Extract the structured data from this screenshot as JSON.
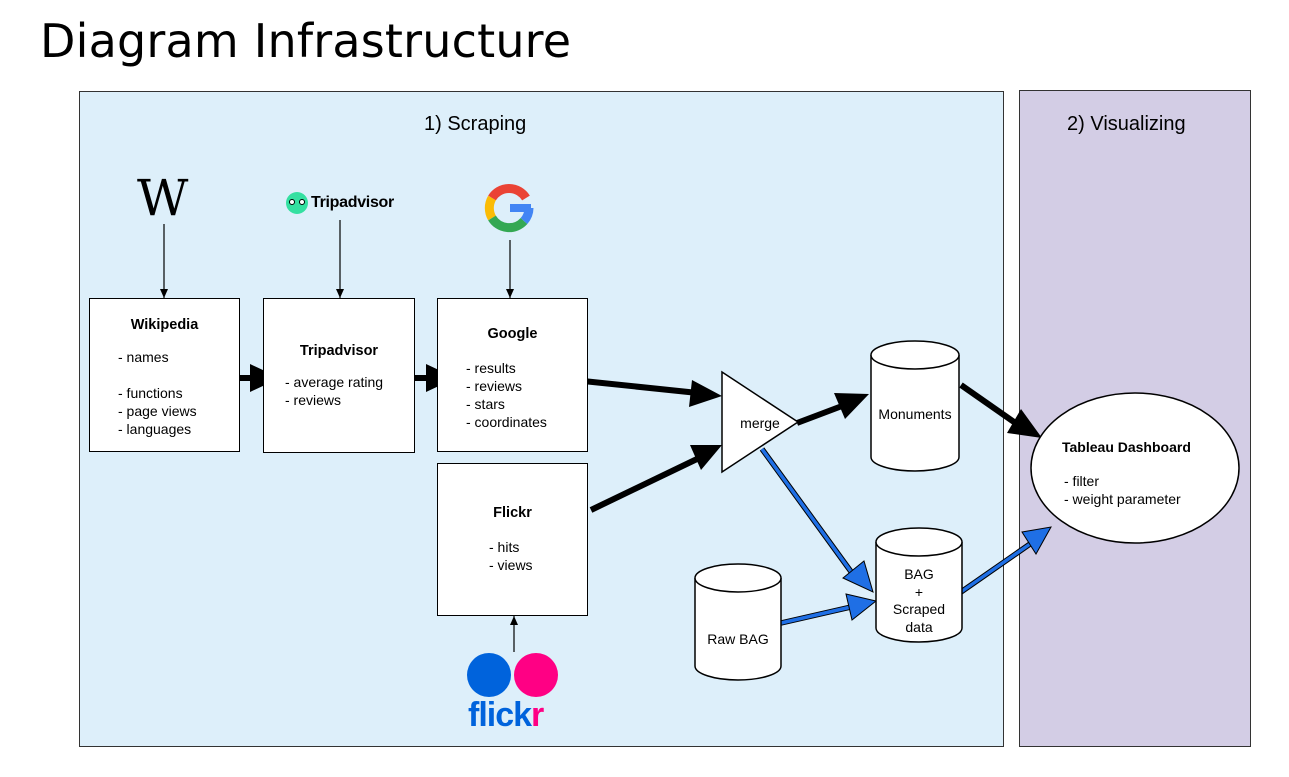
{
  "page": {
    "title": "Diagram Infrastructure"
  },
  "sections": {
    "scraping": "1) Scraping",
    "visualizing": "2) Visualizing"
  },
  "logos": {
    "wikipedia": "W",
    "tripadvisor": "Tripadvisor",
    "flickr_main": "flick",
    "flickr_r": "r"
  },
  "boxes": {
    "wikipedia": {
      "title": "Wikipedia",
      "lines": [
        "- names",
        "",
        "- functions",
        "- page views",
        "- languages"
      ]
    },
    "tripadvisor": {
      "title": "Tripadvisor",
      "lines": [
        "- average rating",
        "- reviews"
      ]
    },
    "google": {
      "title": "Google",
      "lines": [
        "- results",
        "- reviews",
        "- stars",
        "- coordinates"
      ]
    },
    "flickr": {
      "title": "Flickr",
      "lines": [
        "- hits",
        "- views"
      ]
    }
  },
  "nodes": {
    "merge": "merge",
    "monuments": "Monuments",
    "raw_bag": "Raw BAG",
    "bag_scraped": [
      "BAG",
      "+",
      "Scraped",
      "data"
    ],
    "dashboard": {
      "title": "Tableau Dashboard",
      "lines": [
        "- filter",
        "- weight parameter"
      ]
    }
  },
  "colors": {
    "scraping_bg": "#ddeffa",
    "visualizing_bg": "#d3cde5",
    "blue_arrow": "#1f6fe5",
    "black_arrow": "#000000",
    "flickr_blue": "#0063dc",
    "flickr_pink": "#ff0084",
    "tripadvisor_green": "#34e0a1"
  }
}
